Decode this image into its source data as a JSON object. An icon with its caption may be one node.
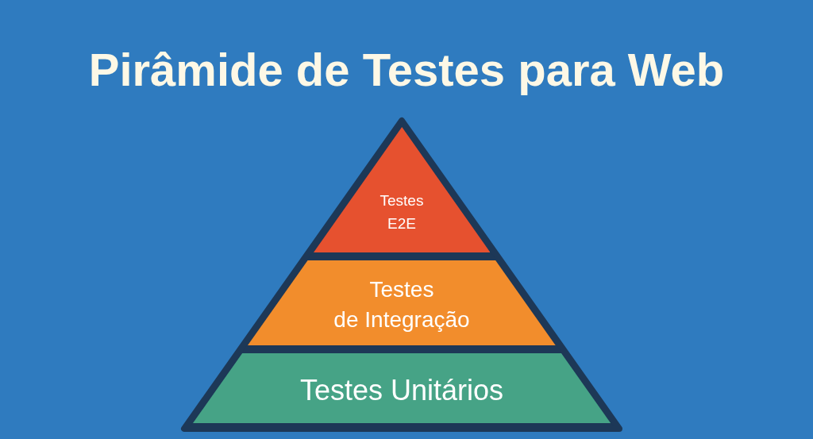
{
  "diagram": {
    "title": "Pirâmide de Testes para Web",
    "nodes": [
      {
        "text": [
          "Testes E2E"
        ]
      },
      {
        "text": [
          "Testes de Integração"
        ]
      },
      {
        "text": [
          "Testes Unitários"
        ]
      }
    ]
  }
}
